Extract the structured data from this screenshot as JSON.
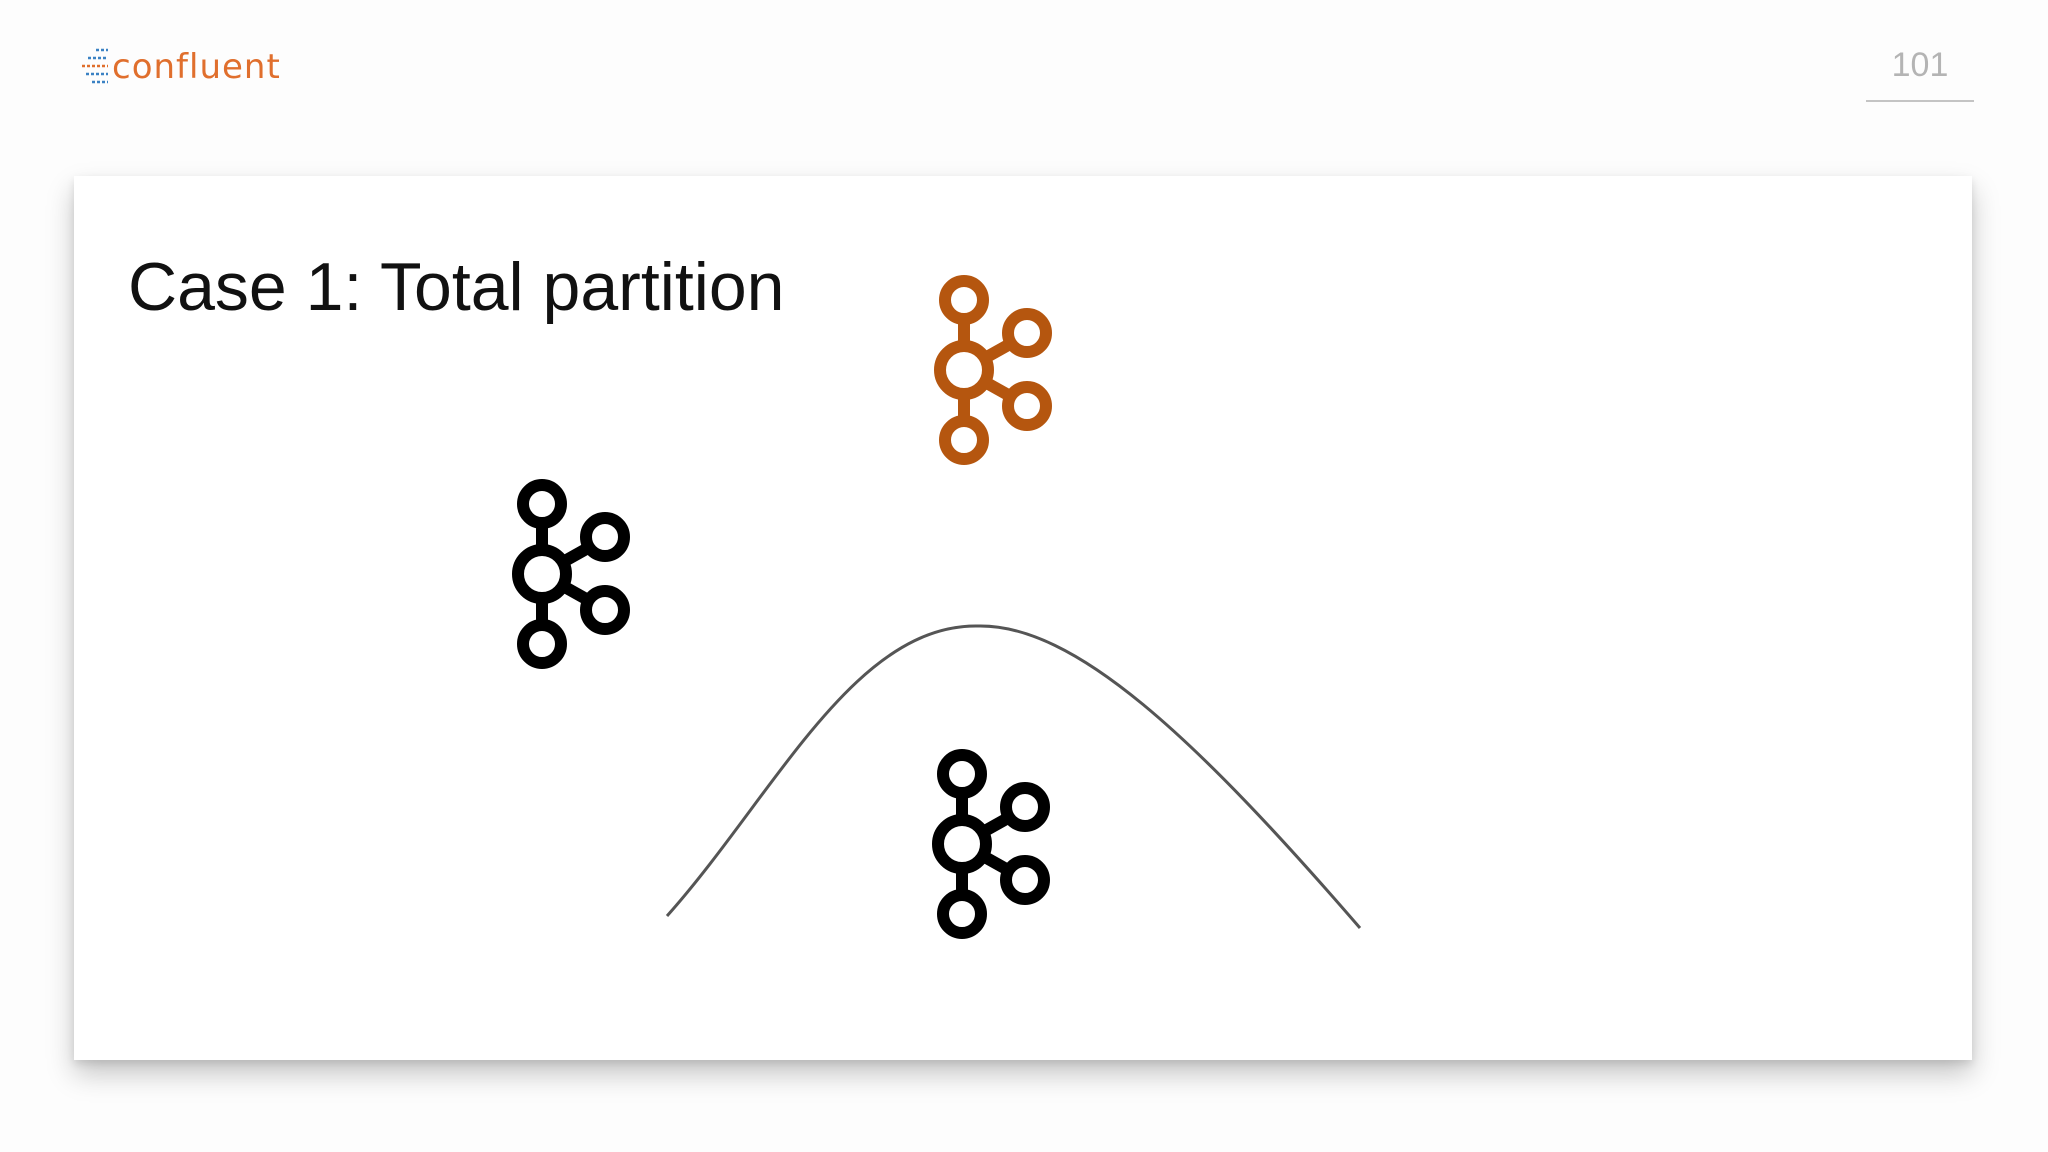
{
  "header": {
    "logo_text": "confluent",
    "slide_number": "101"
  },
  "slide": {
    "title": "Case 1: Total partition"
  },
  "colors": {
    "brand_orange": "#e06f2d",
    "highlight_node": "#b5560f",
    "node_default": "#000000",
    "partition_curve": "#555555",
    "logo_mark_blue": "#3b82c4"
  },
  "icons": {
    "broker": "kafka-logo-icon",
    "logo_mark": "confluent-mark-icon"
  },
  "diagram": {
    "nodes": [
      {
        "name": "broker-highlighted",
        "state": "highlighted"
      },
      {
        "name": "broker-left",
        "state": "default"
      },
      {
        "name": "broker-bottom",
        "state": "default"
      }
    ],
    "partition_line": "curve"
  }
}
